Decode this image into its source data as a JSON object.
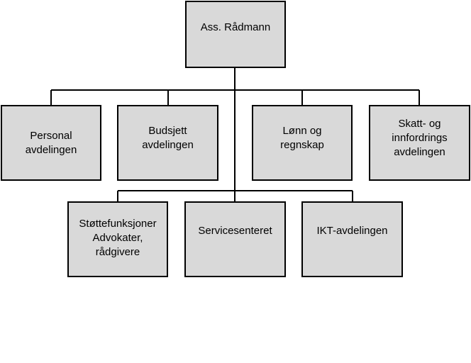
{
  "diagram": {
    "root": {
      "label": "Ass. Rådmann"
    },
    "row1": [
      {
        "label": "Personal\navdelingen"
      },
      {
        "label": "Budsjett\navdelingen"
      },
      {
        "label": "Lønn og\nregnskap"
      },
      {
        "label": "Skatt- og\ninnfordrings\navdelingen"
      }
    ],
    "row2": [
      {
        "label": "Støttefunksjoner\nAdvokater,\nrådgivere"
      },
      {
        "label": "Servicesenteret"
      },
      {
        "label": "IKT-avdelingen"
      }
    ],
    "colors": {
      "box_fill": "#d9d9d9",
      "box_border": "#000000",
      "connector": "#000000",
      "background": "#ffffff"
    }
  }
}
